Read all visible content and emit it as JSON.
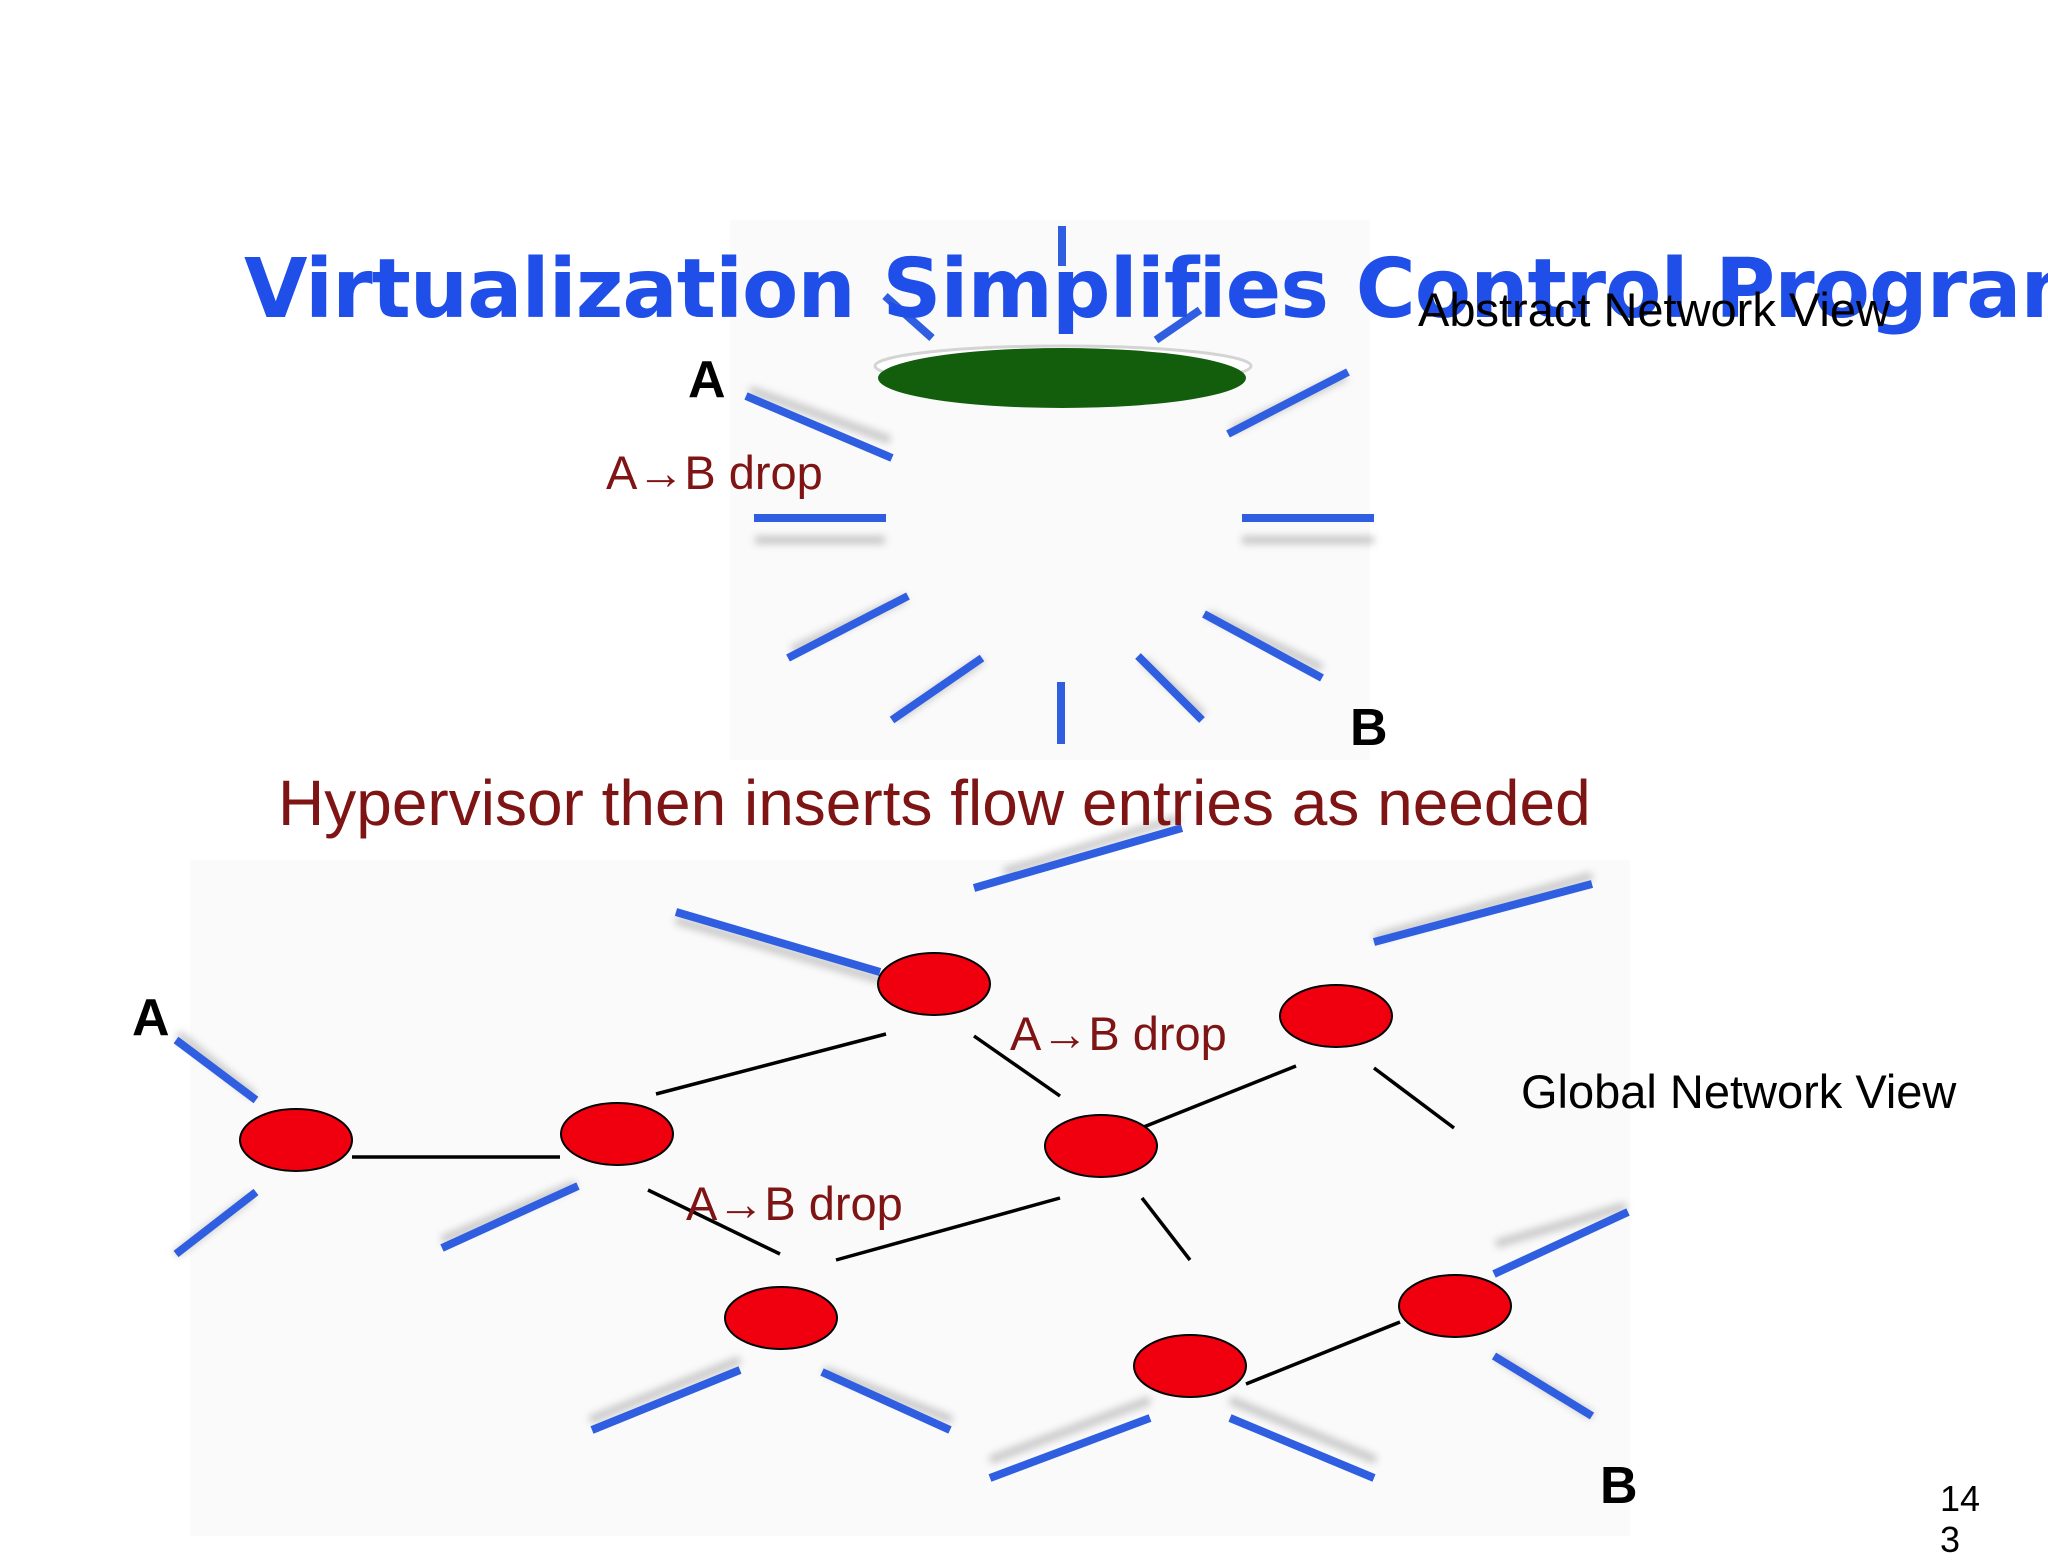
{
  "slide": {
    "title": "Virtualization Simplifies Control Program",
    "subtitle": "Hypervisor then inserts flow entries as needed",
    "page_number": "14\n3"
  },
  "abstract_view": {
    "label": "Abstract Network View",
    "host_a": "A",
    "host_b": "B",
    "rule": "A→B drop",
    "switch_color": "#135e0c"
  },
  "global_view": {
    "label": "Global Network View",
    "host_a": "A",
    "host_b": "B",
    "rule_1": "A→B drop",
    "rule_2": "A→B drop",
    "switch_color": "#f0000f"
  },
  "colors": {
    "title": "#1f4fe8",
    "rule_text": "#7f1414",
    "link": "#2f5ee0"
  }
}
